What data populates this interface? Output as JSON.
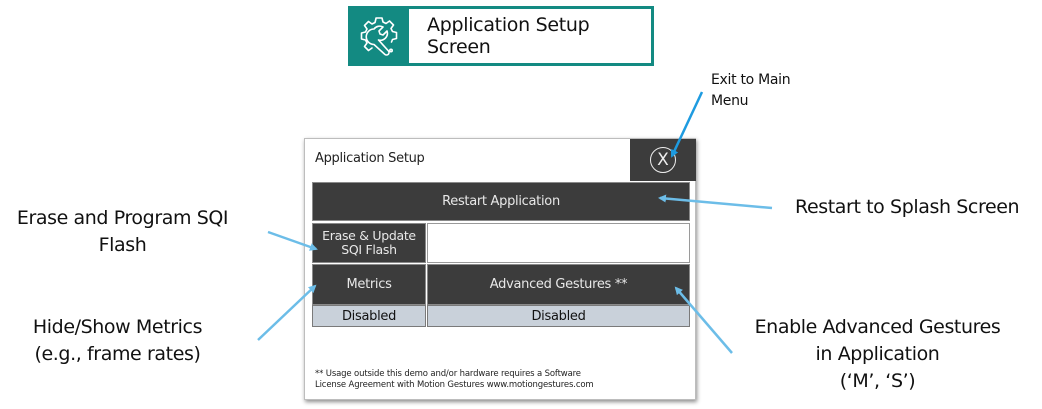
{
  "banner": {
    "icon": "gear-wrench-icon",
    "title": "Application Setup Screen",
    "accent_color": "#138a82"
  },
  "annotations": {
    "exit": [
      "Exit to Main",
      "Menu"
    ],
    "restart": "Restart to Splash Screen",
    "erase": [
      "Erase and Program SQI",
      "Flash"
    ],
    "metrics": [
      "Hide/Show Metrics",
      "(e.g., frame rates)"
    ],
    "advanced": [
      "Enable Advanced Gestures",
      "in Application",
      "(‘M’, ‘S’)"
    ],
    "arrow_color": "#6cbde8"
  },
  "panel": {
    "title": "Application Setup",
    "close_label": "X",
    "restart_label": "Restart Application",
    "erase_label": [
      "Erase & Update",
      "SQI Flash"
    ],
    "metrics": {
      "label": "Metrics",
      "status": "Disabled"
    },
    "advanced_gestures": {
      "label": "Advanced Gestures **",
      "status": "Disabled"
    },
    "footnote": [
      "** Usage outside this demo and/or hardware requires a Software",
      "License Agreement with Motion Gestures www.motiongestures.com"
    ]
  }
}
